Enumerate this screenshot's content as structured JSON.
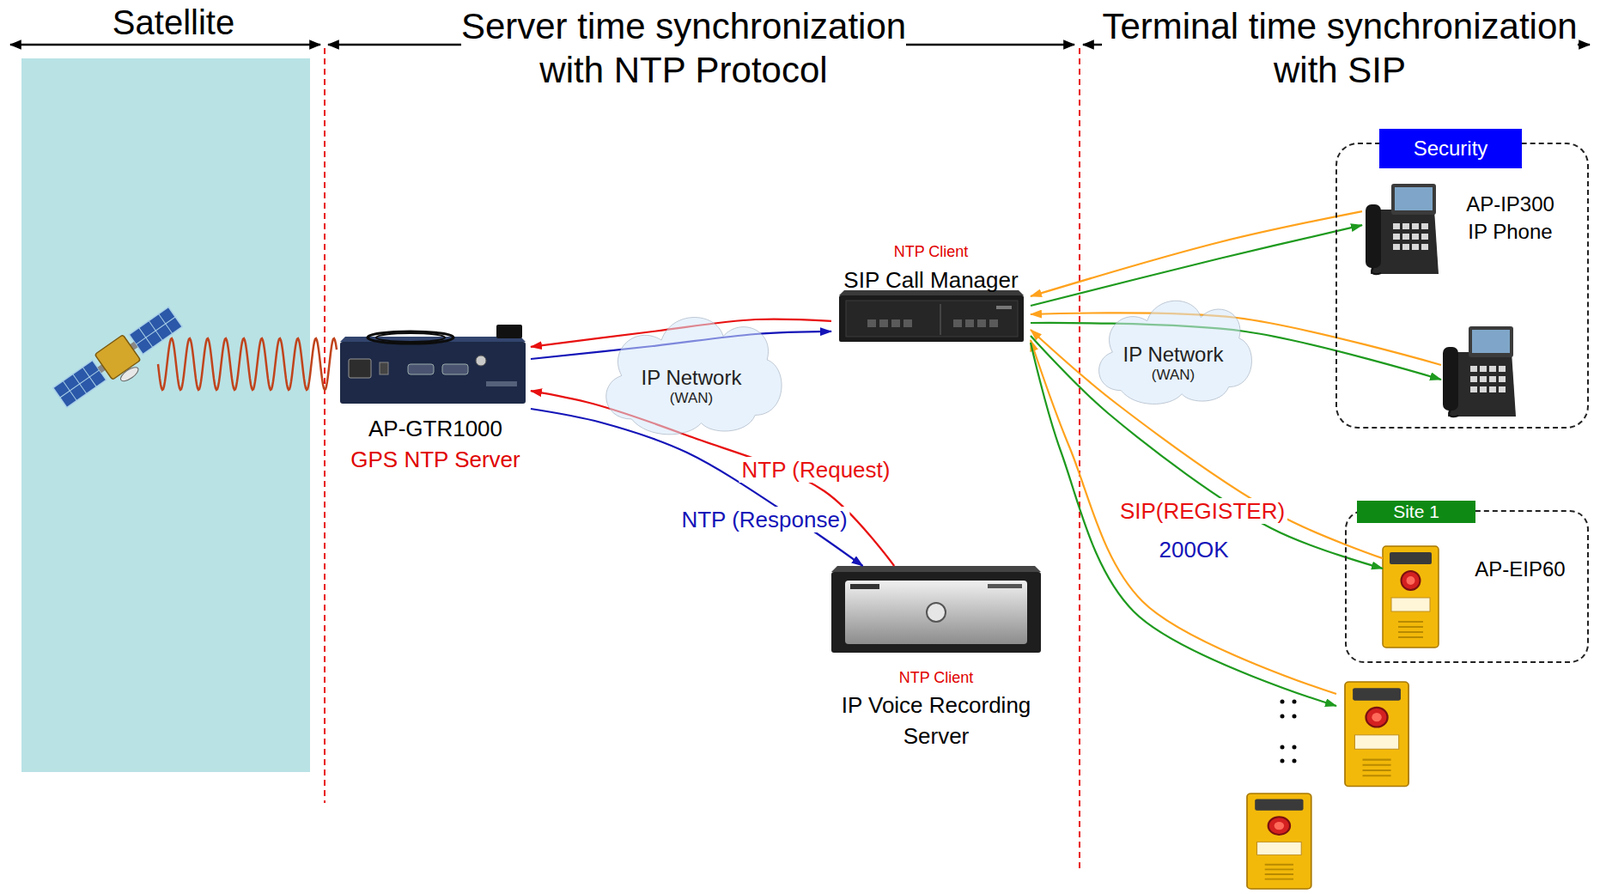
{
  "diagram": {
    "nodes": [
      {
        "text": [
          "AP-GTR1000",
          "GPS NTP Server"
        ]
      },
      {
        "text": [
          "IP Network",
          "(WAN)"
        ]
      },
      {
        "text": [
          "NTP Client",
          "SIP Call Manager"
        ]
      },
      {
        "text": [
          "NTP Client",
          "IP Voice Recording Server"
        ]
      },
      {
        "text": [
          "IP Network",
          "(WAN)"
        ]
      },
      {
        "text": [
          "Security"
        ]
      },
      {
        "text": [
          "AP-IP300 IP Phone"
        ],
        "in": 5
      },
      {
        "text": [
          "Site 1"
        ]
      },
      {
        "text": [
          "AP-EIP60"
        ],
        "in": 7
      }
    ],
    "edges": [
      {
        "from": 2,
        "to": 0,
        "arrow": "to"
      },
      {
        "from": 0,
        "to": 2,
        "arrow": "to"
      },
      {
        "from": 3,
        "to": 0,
        "arrow": "to",
        "label": "NTP (Request)"
      },
      {
        "from": 0,
        "to": 3,
        "arrow": "to",
        "label": "NTP (Response)"
      },
      {
        "from": 6,
        "to": 2,
        "arrow": "to"
      },
      {
        "from": 2,
        "to": 6,
        "arrow": "to"
      },
      {
        "from": 8,
        "to": 2,
        "arrow": "to",
        "label": "SIP(REGISTER)"
      },
      {
        "from": 2,
        "to": 8,
        "arrow": "to",
        "label": "200OK"
      }
    ],
    "labels": [
      "Satellite",
      "Server time synchronization with NTP Protocol",
      "Terminal time synchronization with SIP"
    ]
  }
}
